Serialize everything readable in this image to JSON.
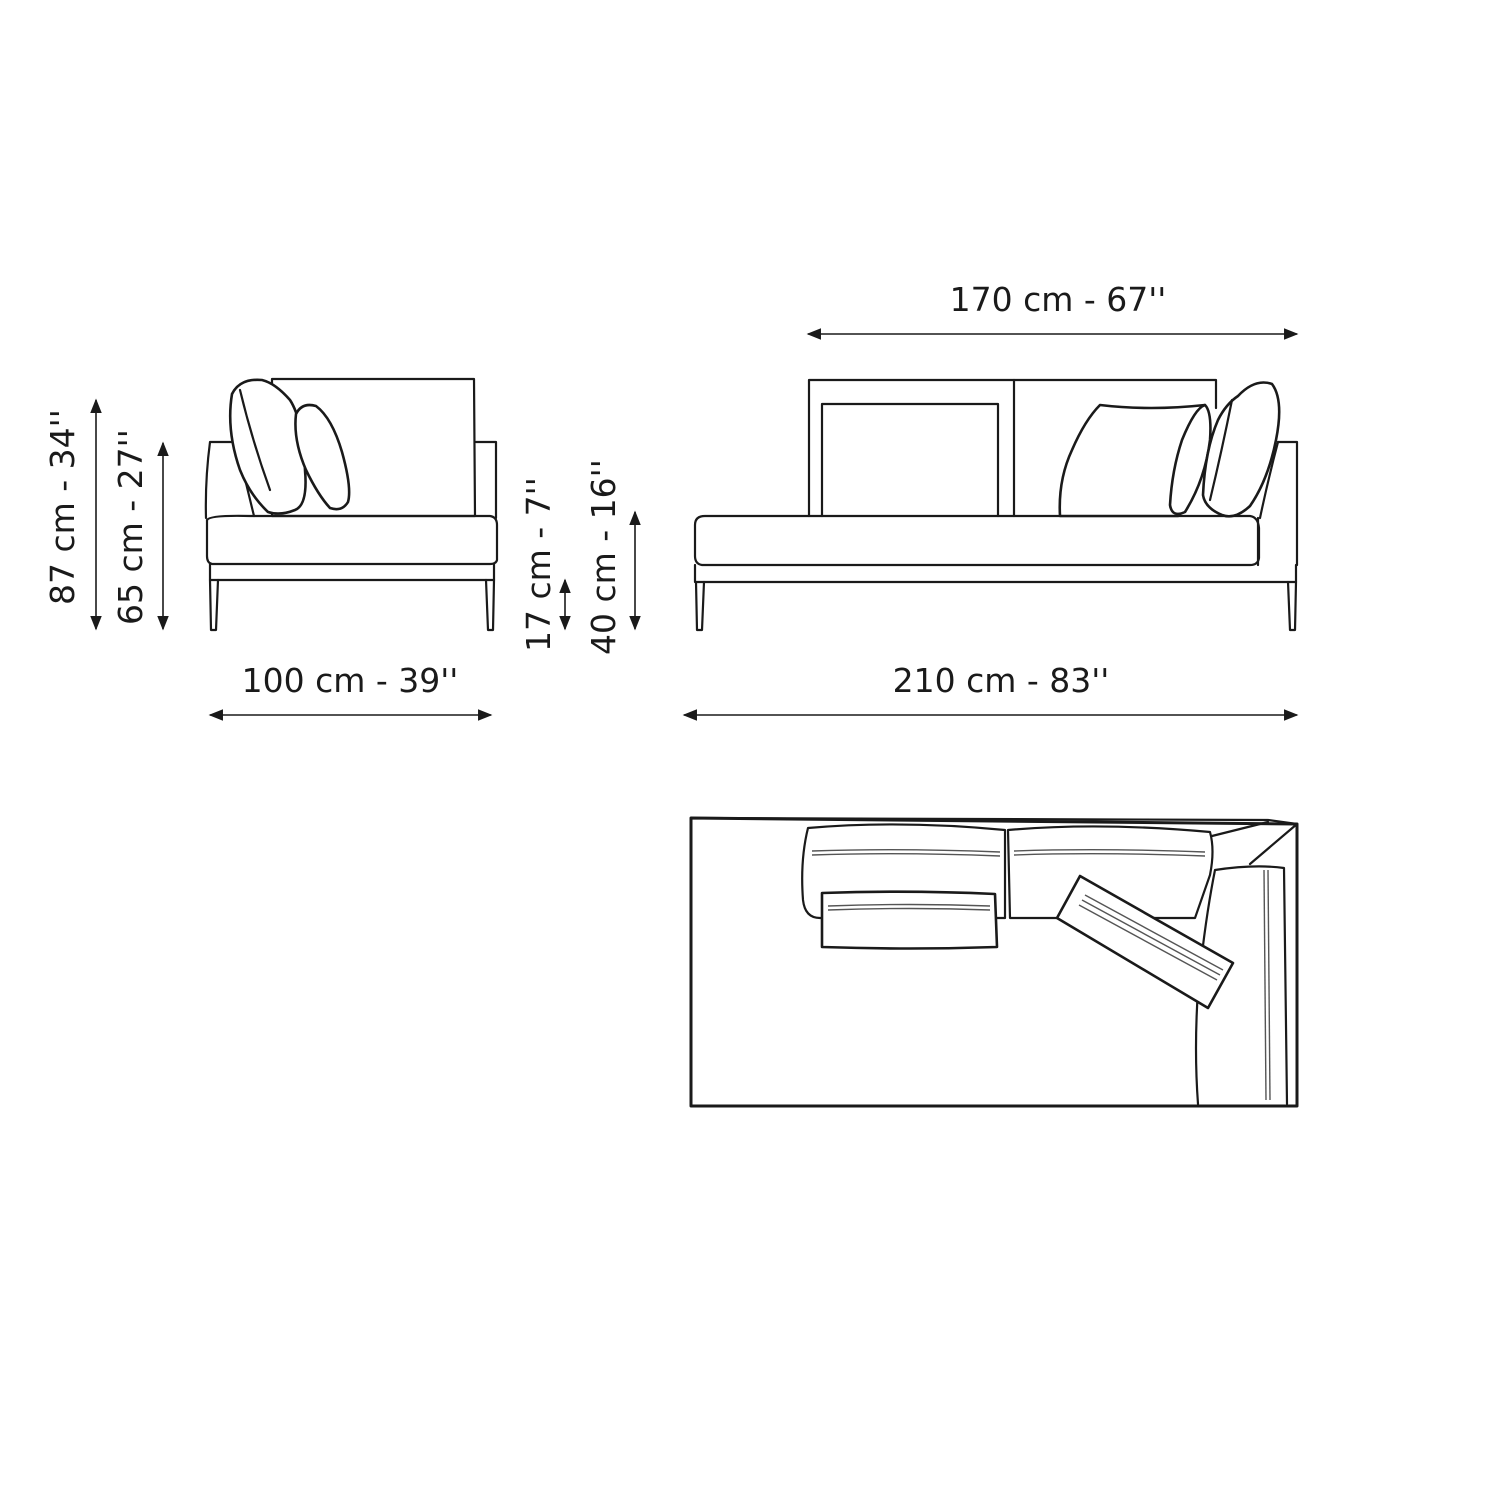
{
  "dimensions": {
    "side_total_height": "87 cm - 34''",
    "side_back_height": "65 cm - 27''",
    "side_width": "100 cm - 39''",
    "leg_height": "17 cm - 7''",
    "seat_height": "40 cm - 16''",
    "backrest_width": "170 cm - 67''",
    "total_width": "210 cm - 83''"
  }
}
